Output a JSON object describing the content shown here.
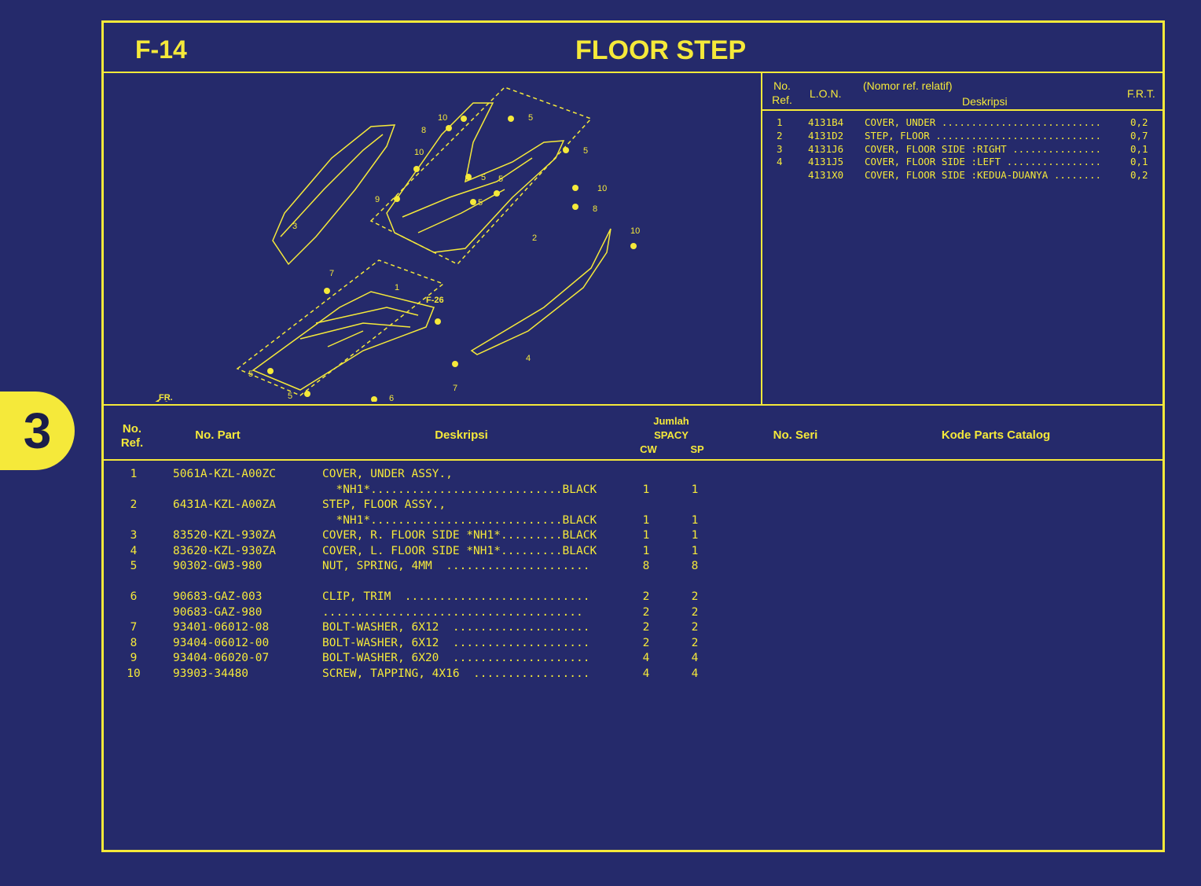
{
  "side_tab": "3",
  "header": {
    "code": "F-14",
    "title": "FLOOR STEP"
  },
  "diagram": {
    "id": "KZLIF1400",
    "ref_label": "F-26",
    "fr_label": "FR.",
    "callouts": [
      "1",
      "2",
      "3",
      "4",
      "5",
      "6",
      "7",
      "8",
      "9",
      "10"
    ]
  },
  "lon_table": {
    "col_no": "No.",
    "col_ref": "Ref.",
    "col_lon": "L.O.N.",
    "col_note": "(Nomor ref. relatif)",
    "col_desc": "Deskripsi",
    "col_frt": "F.R.T.",
    "rows": [
      {
        "ref": "1",
        "lon": "4131B4",
        "desc": "COVER, UNDER ...........................",
        "frt": "0,2"
      },
      {
        "ref": "2",
        "lon": "4131D2",
        "desc": "STEP, FLOOR ............................",
        "frt": "0,7"
      },
      {
        "ref": "3",
        "lon": "4131J6",
        "desc": "COVER, FLOOR SIDE :RIGHT ...............",
        "frt": "0,1"
      },
      {
        "ref": "4",
        "lon": "4131J5",
        "desc": "COVER, FLOOR SIDE :LEFT ................",
        "frt": "0,1"
      },
      {
        "ref": "",
        "lon": "4131X0",
        "desc": "COVER, FLOOR SIDE :KEDUA-DUANYA ........",
        "frt": "0,2"
      }
    ]
  },
  "parts_table": {
    "col_no": "No.",
    "col_ref": "Ref.",
    "col_part": "No. Part",
    "col_desc": "Deskripsi",
    "col_jumlah": "Jumlah",
    "col_model": "SPACY",
    "col_cw": "CW",
    "col_sp": "SP",
    "col_seri": "No. Seri",
    "col_catalog": "Kode Parts Catalog",
    "rows": [
      {
        "ref": "1",
        "part": "5061A-KZL-A00ZC",
        "desc": "COVER, UNDER ASSY.,",
        "cw": "",
        "sp": ""
      },
      {
        "ref": "",
        "part": "",
        "desc": "  *NH1*............................BLACK",
        "cw": "1",
        "sp": "1"
      },
      {
        "ref": "2",
        "part": "6431A-KZL-A00ZA",
        "desc": "STEP, FLOOR ASSY.,",
        "cw": "",
        "sp": ""
      },
      {
        "ref": "",
        "part": "",
        "desc": "  *NH1*............................BLACK",
        "cw": "1",
        "sp": "1"
      },
      {
        "ref": "3",
        "part": "83520-KZL-930ZA",
        "desc": "COVER, R. FLOOR SIDE *NH1*.........BLACK",
        "cw": "1",
        "sp": "1"
      },
      {
        "ref": "4",
        "part": "83620-KZL-930ZA",
        "desc": "COVER, L. FLOOR SIDE *NH1*.........BLACK",
        "cw": "1",
        "sp": "1"
      },
      {
        "ref": "5",
        "part": "90302-GW3-980",
        "desc": "NUT, SPRING, 4MM  .....................",
        "cw": "8",
        "sp": "8"
      },
      {
        "ref": "",
        "part": "",
        "desc": "",
        "cw": "",
        "sp": ""
      },
      {
        "ref": "6",
        "part": "90683-GAZ-003",
        "desc": "CLIP, TRIM  ...........................",
        "cw": "2",
        "sp": "2"
      },
      {
        "ref": "",
        "part": "90683-GAZ-980",
        "desc": "......................................",
        "cw": "2",
        "sp": "2"
      },
      {
        "ref": "7",
        "part": "93401-06012-08",
        "desc": "BOLT-WASHER, 6X12  ....................",
        "cw": "2",
        "sp": "2"
      },
      {
        "ref": "8",
        "part": "93404-06012-00",
        "desc": "BOLT-WASHER, 6X12  ....................",
        "cw": "2",
        "sp": "2"
      },
      {
        "ref": "9",
        "part": "93404-06020-07",
        "desc": "BOLT-WASHER, 6X20  ....................",
        "cw": "4",
        "sp": "4"
      },
      {
        "ref": "10",
        "part": "93903-34480",
        "desc": "SCREW, TAPPING, 4X16  .................",
        "cw": "4",
        "sp": "4"
      }
    ]
  },
  "colors": {
    "background": "#252a6b",
    "accent": "#f5e93a"
  }
}
